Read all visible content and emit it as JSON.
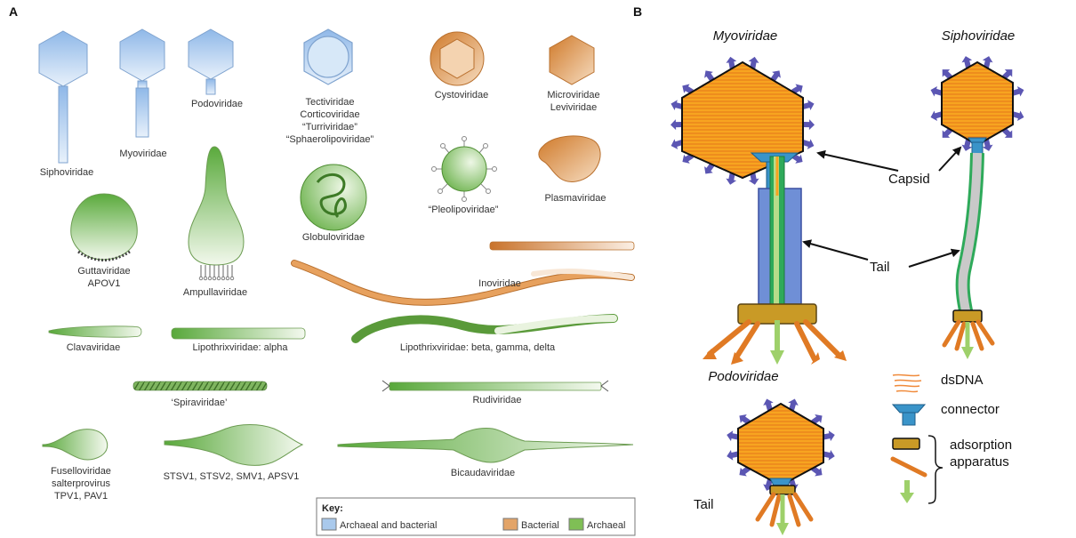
{
  "panel_a": {
    "letter": "A",
    "tailed": {
      "siphoviridae": "Siphoviridae",
      "myoviridae": "Myoviridae",
      "podoviridae": "Podoviridae"
    },
    "tectiviridae_lines": [
      "Tectiviridae",
      "Corticoviridae",
      "“Turriviridae”",
      "“Sphaerolipoviridae”"
    ],
    "cystoviridae": "Cystoviridae",
    "microviridae_lines": [
      "Microviridae",
      "Leviviridae"
    ],
    "globuloviridae": "Globuloviridae",
    "pleolipoviridae": "“Pleolipoviridae”",
    "plasmaviridae": "Plasmaviridae",
    "guttaviridae_lines": [
      "Guttaviridae",
      "APOV1"
    ],
    "ampullaviridae": "Ampullaviridae",
    "inoviridae": "Inoviridae",
    "clavaviridae": "Clavaviridae",
    "lipothrix_alpha": "Lipothrixviridae: alpha",
    "lipothrix_beta": "Lipothrixviridae: beta, gamma, delta",
    "spiraviridae": "‘Spiraviridae’",
    "rudiviridae": "Rudiviridae",
    "fusello_lines": [
      "Fuselloviridae",
      "salterprovirus",
      "TPV1, PAV1"
    ],
    "stsv": "STSV1, STSV2, SMV1, APSV1",
    "bicaudaviridae": "Bicaudaviridae",
    "key": {
      "title": "Key:",
      "items": [
        {
          "label": "Archaeal and bacterial",
          "color": "#a9c9ec"
        },
        {
          "label": "Bacterial",
          "color": "#e3a468"
        },
        {
          "label": "Archaeal",
          "color": "#7fbf55"
        }
      ]
    }
  },
  "panel_b": {
    "letter": "B",
    "myoviridae": "Myoviridae",
    "siphoviridae": "Siphoviridae",
    "podoviridae": "Podoviridae",
    "capsid": "Capsid",
    "tail": "Tail",
    "tail_podo": "Tail",
    "legend": {
      "dsdna": "dsDNA",
      "connector": "connector",
      "adsorption_lines": [
        "adsorption",
        "apparatus"
      ]
    }
  },
  "colors": {
    "capsid_orange": "#f7a420",
    "arrow_purple": "#5b56b3",
    "tail_blue": "#6f8fd6",
    "tail_green": "#2eaa5a",
    "baseplate": "#c99a26",
    "fiber_orange": "#e07a24",
    "connector_blue": "#3a94c9",
    "spike_green": "#9ed06a"
  }
}
